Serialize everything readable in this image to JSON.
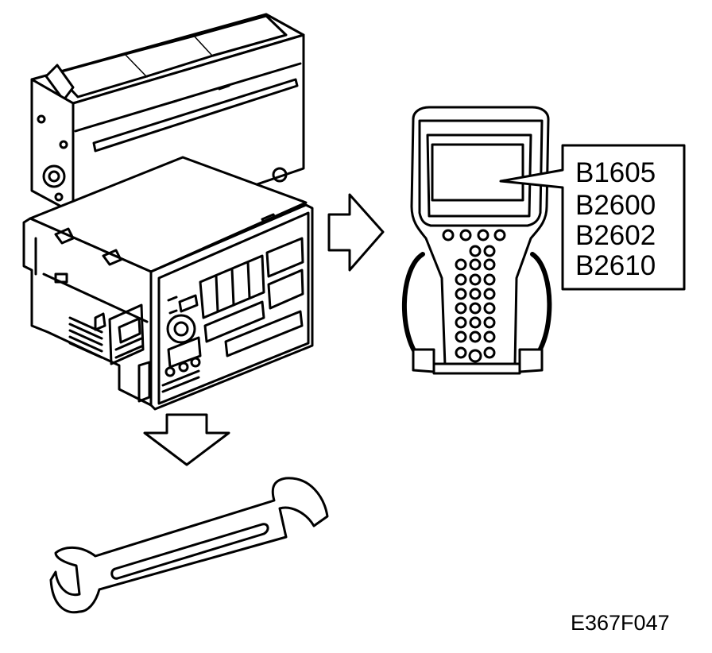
{
  "diagram": {
    "codes": [
      "B1605",
      "B2600",
      "B2602",
      "B2610"
    ],
    "reference": "E367F047",
    "line_color": "#000000",
    "background_color": "#ffffff",
    "icons": {
      "radio": "car-radio-unit-icon",
      "arrow_right": "arrow-right-icon",
      "arrow_down": "arrow-down-icon",
      "scan_tool": "diagnostic-scan-tool-icon",
      "wrench": "wrench-icon"
    }
  }
}
